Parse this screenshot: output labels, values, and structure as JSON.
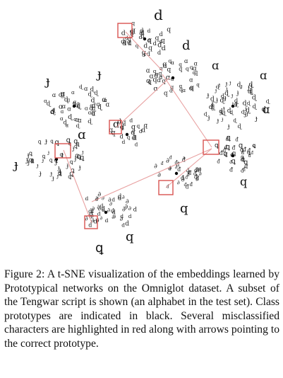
{
  "caption": "Figure 2: A t-SNE visualization of the embeddings learned by Prototypical networks on the Omniglot dataset. A subset of the Tengwar script is shown (an alphabet in the test set). Class prototypes are indicated in black. Several misclassified characters are highlighted in red along with arrows pointing to the correct prototype.",
  "colors": {
    "highlight": "#d9534f",
    "arrow": "#e8a0a0",
    "glyph": "#222222",
    "prototype": "#000000"
  },
  "figure": {
    "glyph_set": [
      "d",
      "q",
      "ɑ",
      "ɖ",
      "ɟ",
      "ꝗ",
      "ᵭ",
      "∂"
    ]
  }
}
